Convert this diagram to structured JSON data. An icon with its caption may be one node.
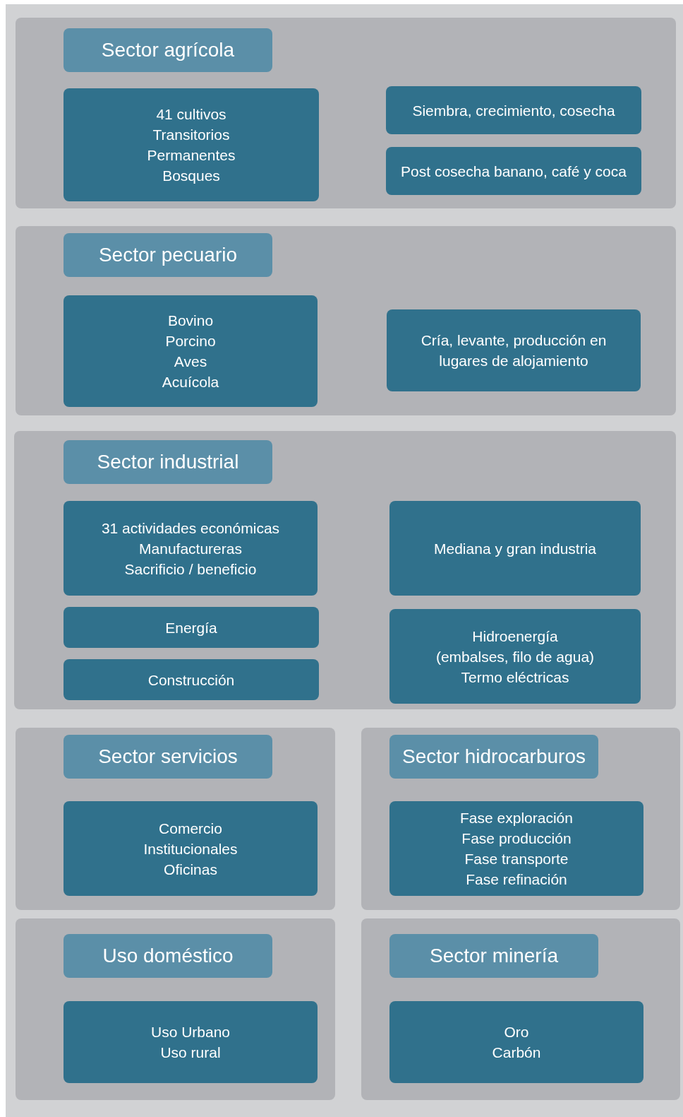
{
  "diagram": {
    "nodes": [
      {
        "text": [],
        "shape": "box"
      },
      {
        "text": [
          "Sector agrícola"
        ],
        "in": 0
      },
      {
        "text": [
          "41 cultivos",
          "Transitorios",
          "Permanentes",
          "Bosques"
        ],
        "in": 0
      },
      {
        "text": [
          "Siembra, crecimiento, cosecha"
        ],
        "in": 0
      },
      {
        "text": [
          "Post cosecha banano, café y coca"
        ],
        "in": 0
      },
      {
        "text": [],
        "shape": "box"
      },
      {
        "text": [
          "Sector pecuario"
        ],
        "in": 5
      },
      {
        "text": [
          "Bovino",
          "Porcino",
          "Aves",
          "Acuícola"
        ],
        "in": 5
      },
      {
        "text": [
          "Cría, levante, producción en lugares de alojamiento"
        ],
        "in": 5
      },
      {
        "text": [],
        "shape": "box"
      },
      {
        "text": [
          "Sector industrial"
        ],
        "in": 9
      },
      {
        "text": [
          "31 actividades económicas",
          "Manufactureras",
          "Sacrificio / beneficio"
        ],
        "in": 9
      },
      {
        "text": [
          "Mediana y gran industria"
        ],
        "in": 9
      },
      {
        "text": [
          "Energía"
        ],
        "in": 9
      },
      {
        "text": [
          "Hidroenergía",
          "(embalses, filo de agua)",
          "Termo eléctricas"
        ],
        "in": 9
      },
      {
        "text": [
          "Construcción"
        ],
        "in": 9
      },
      {
        "text": [],
        "shape": "box"
      },
      {
        "text": [
          "Sector servicios"
        ],
        "in": 16
      },
      {
        "text": [
          "Comercio",
          "Institucionales",
          "Oficinas"
        ],
        "in": 16
      },
      {
        "text": [],
        "shape": "box"
      },
      {
        "text": [
          "Sector hidrocarburos"
        ],
        "in": 19
      },
      {
        "text": [
          "Fase exploración",
          "Fase producción",
          "Fase transporte",
          "Fase refinación"
        ],
        "in": 19
      },
      {
        "text": [],
        "shape": "box"
      },
      {
        "text": [
          "Uso doméstico"
        ],
        "in": 22
      },
      {
        "text": [
          "Uso Urbano",
          "Uso rural"
        ],
        "in": 22
      },
      {
        "text": [],
        "shape": "box"
      },
      {
        "text": [
          "Sector minería"
        ],
        "in": 25
      },
      {
        "text": [
          "Oro",
          "Carbón"
        ],
        "in": 25
      }
    ],
    "edges": []
  }
}
